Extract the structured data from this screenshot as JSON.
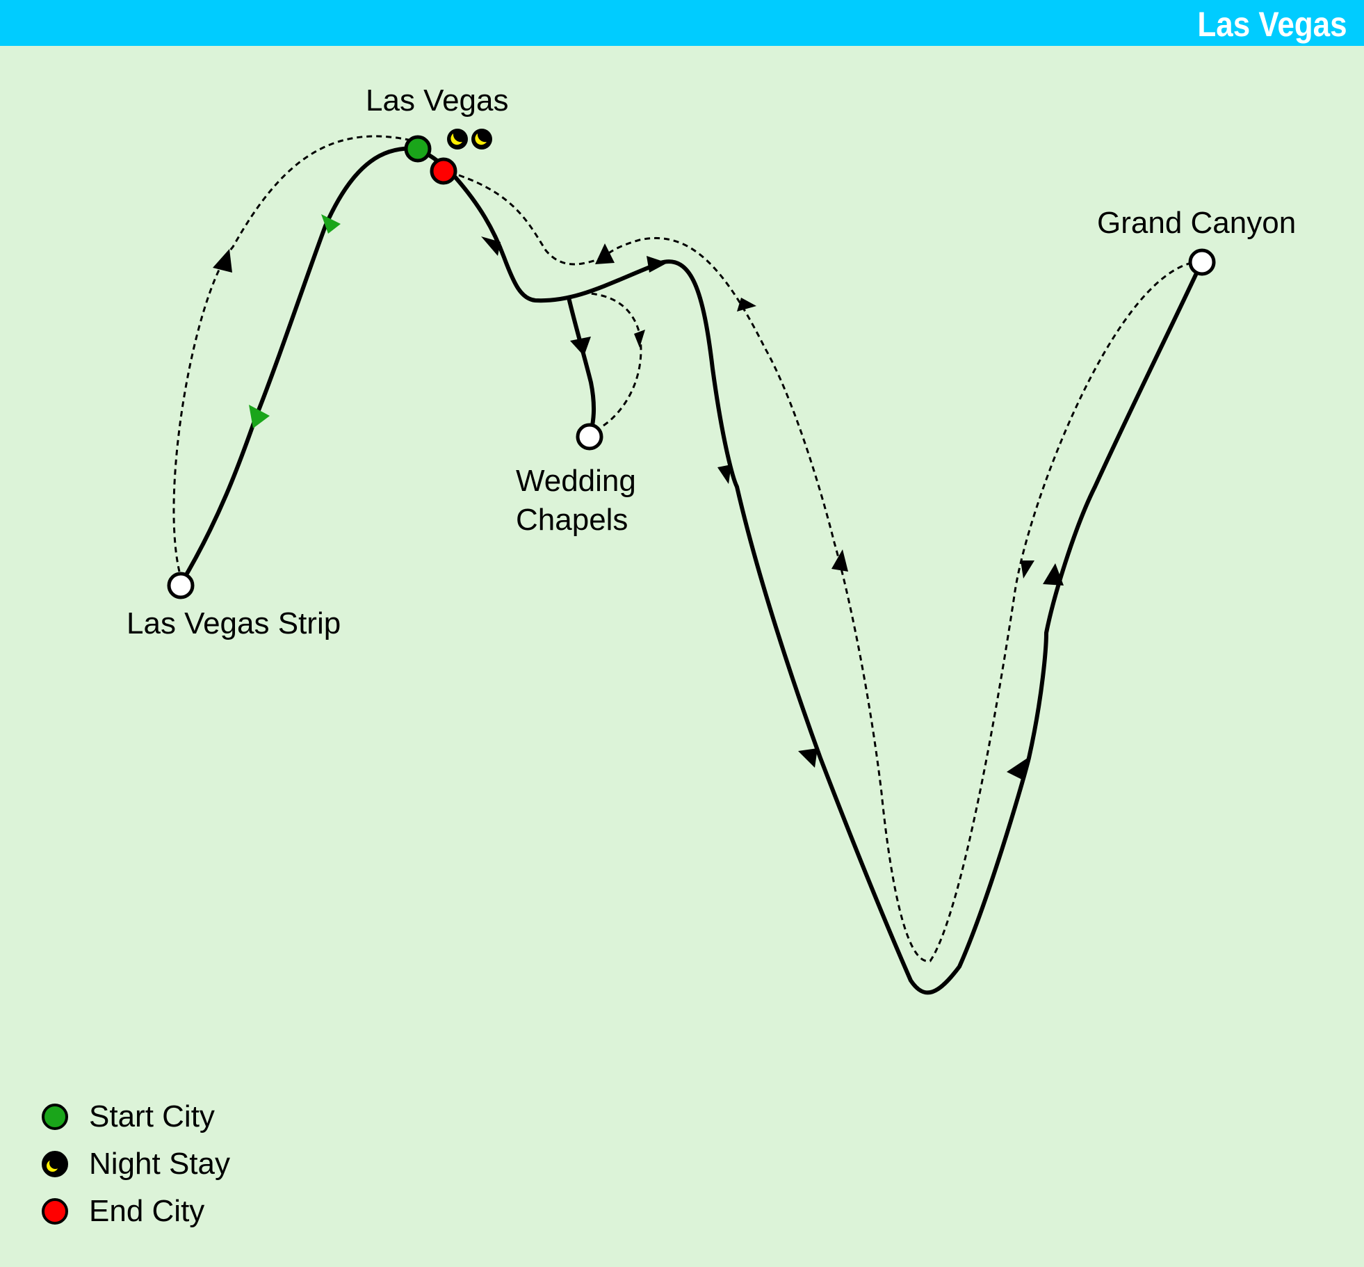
{
  "header": {
    "title": "Las Vegas"
  },
  "colors": {
    "background": "#dcf3d8",
    "header_bar": "#00ccff",
    "start_city": "#1aa51a",
    "end_city": "#ff0000",
    "night_stay": "#000000",
    "night_moon": "#ffee00",
    "stop_city": "#ffffff",
    "route": "#000000",
    "first_leg_arrows": "#1aa51a"
  },
  "cities": {
    "las_vegas": {
      "label": "Las Vegas",
      "role": "start-and-end",
      "night_stays": 2
    },
    "las_vegas_strip": {
      "label": "Las Vegas Strip",
      "role": "stop"
    },
    "wedding_chapels": {
      "label": "Wedding\nChapels",
      "role": "stop"
    },
    "grand_canyon": {
      "label": "Grand Canyon",
      "role": "stop"
    }
  },
  "legend": {
    "items": [
      {
        "label": "Start City",
        "icon": "green-dot-icon"
      },
      {
        "label": "Night Stay",
        "icon": "moon-icon"
      },
      {
        "label": "End City",
        "icon": "red-dot-icon"
      }
    ]
  }
}
